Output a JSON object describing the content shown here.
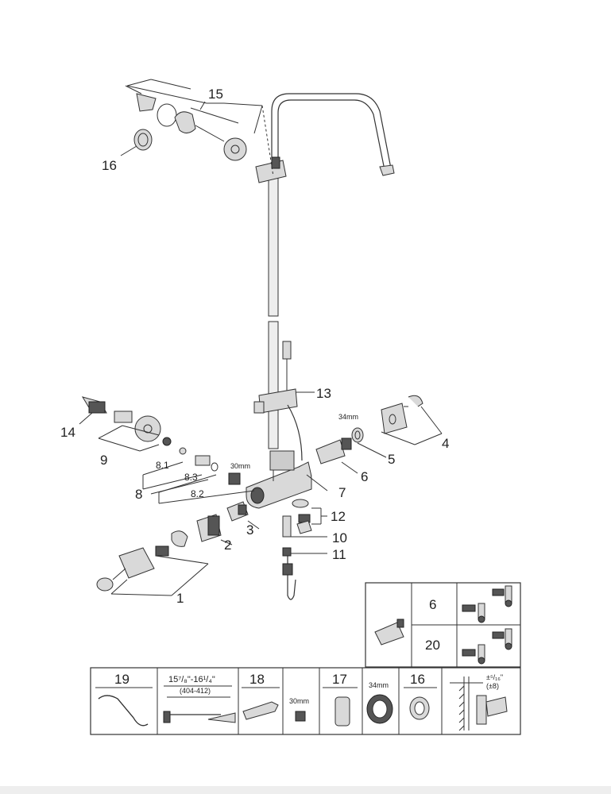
{
  "callouts": {
    "c1": "1",
    "c2": "2",
    "c3": "3",
    "c4": "4",
    "c5": "5",
    "c6": "6",
    "c7": "7",
    "c8": "8",
    "c8_1": "8.1",
    "c8_2": "8.2",
    "c8_3": "8.3",
    "c9": "9",
    "c10": "10",
    "c11": "11",
    "c12": "12",
    "c13": "13",
    "c14": "14",
    "c15": "15",
    "c16": "16"
  },
  "dimensions": {
    "nut_30mm": "30mm",
    "nut_34mm": "34mm"
  },
  "variant_table": {
    "rows": [
      {
        "number": "6"
      },
      {
        "number": "20"
      }
    ]
  },
  "tool_strip": {
    "c19": "19",
    "range_inch": "15⁷/₈\"-16¹/₄\"",
    "range_mm": "(404-412)",
    "c18": "18",
    "size_30mm": "30mm",
    "c17": "17",
    "size_34mm": "34mm",
    "c16": "16",
    "tolerance_inch": "±⁵/₁₆\"",
    "tolerance_mm": "(±8)"
  }
}
